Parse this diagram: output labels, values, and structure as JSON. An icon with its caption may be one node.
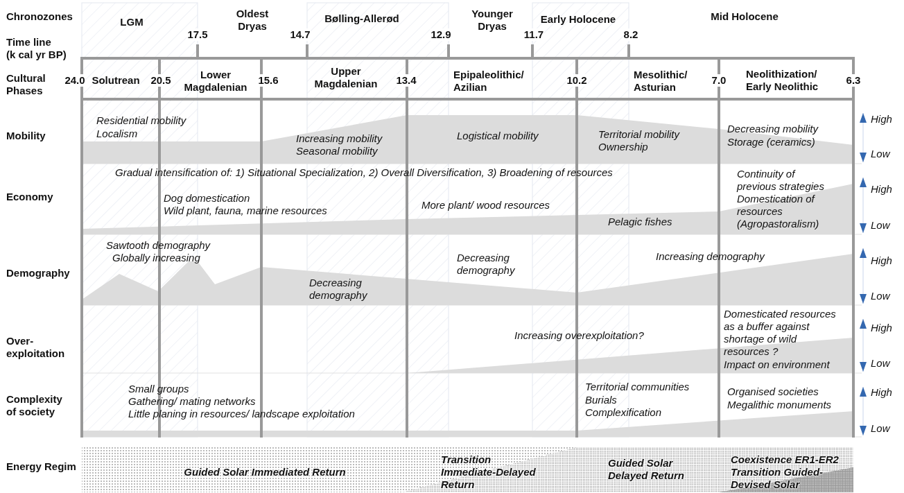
{
  "diagram": {
    "labels": [
      "Chronozones",
      "LGM",
      "Oldest Dryas",
      "Time line (k cal yr BP)",
      "17.5",
      "14.7",
      "Bølling-Allerød",
      "12.9",
      "Younger Dryas",
      "11.7",
      "Early Holocene",
      "8.2",
      "Mid Holocene",
      "Cultural Phases",
      "24.0",
      "Solutrean",
      "20.5",
      "Lower Magdalenian",
      "15.6",
      "Upper Magdalenian",
      "13.4",
      "Epipaleolithic/ Azilian",
      "10.2",
      "Mesolithic/ Asturian",
      "7.0",
      "Neolithization/ Early Neolithic",
      "6.3",
      "Mobility",
      "Residential mobility",
      "Localism",
      "Increasing mobility",
      "Seasonal mobility",
      "Logistical mobility",
      "Territorial mobility",
      "Ownership",
      "Decreasing mobility",
      "Storage (ceramics)",
      "High",
      "Low",
      "Gradual intensification of: 1) Situational Specialization, 2) Overall Diversification, 3) Broadening of resources",
      "Economy",
      "Continuity of previous strategies",
      "High",
      "Dog domestication",
      "More plant/ wood resources",
      "Domestication of resources (Agropastoralism)",
      "Wild plant, fauna, marine resources",
      "Pelagic fishes",
      "Low",
      "Sawtooth demography",
      "Globally increasing",
      "Decreasing demography",
      "Increasing demography",
      "High",
      "Demography",
      "Decreasing demography",
      "Low",
      "Domesticated resources as a buffer against shortage of wild resources ?",
      "High",
      "Increasing overexploitation?",
      "Over-exploitation",
      "Low",
      "Impact on environment",
      "Small groups",
      "Territorial communities",
      "Organised societies",
      "High",
      "Complexity of society",
      "Gathering/ mating networks",
      "Burials",
      "Megalithic monuments",
      "Little planing in resources/ landscape exploitation",
      "Complexification",
      "Low",
      "Transition Immediate-Delayed Return",
      "Coexistence ER1-ER2 Transition Guided-Devised Solar",
      "Guided Solar Delayed Return",
      "Energy Regim",
      "Guided Solar Immediated Return"
    ]
  }
}
